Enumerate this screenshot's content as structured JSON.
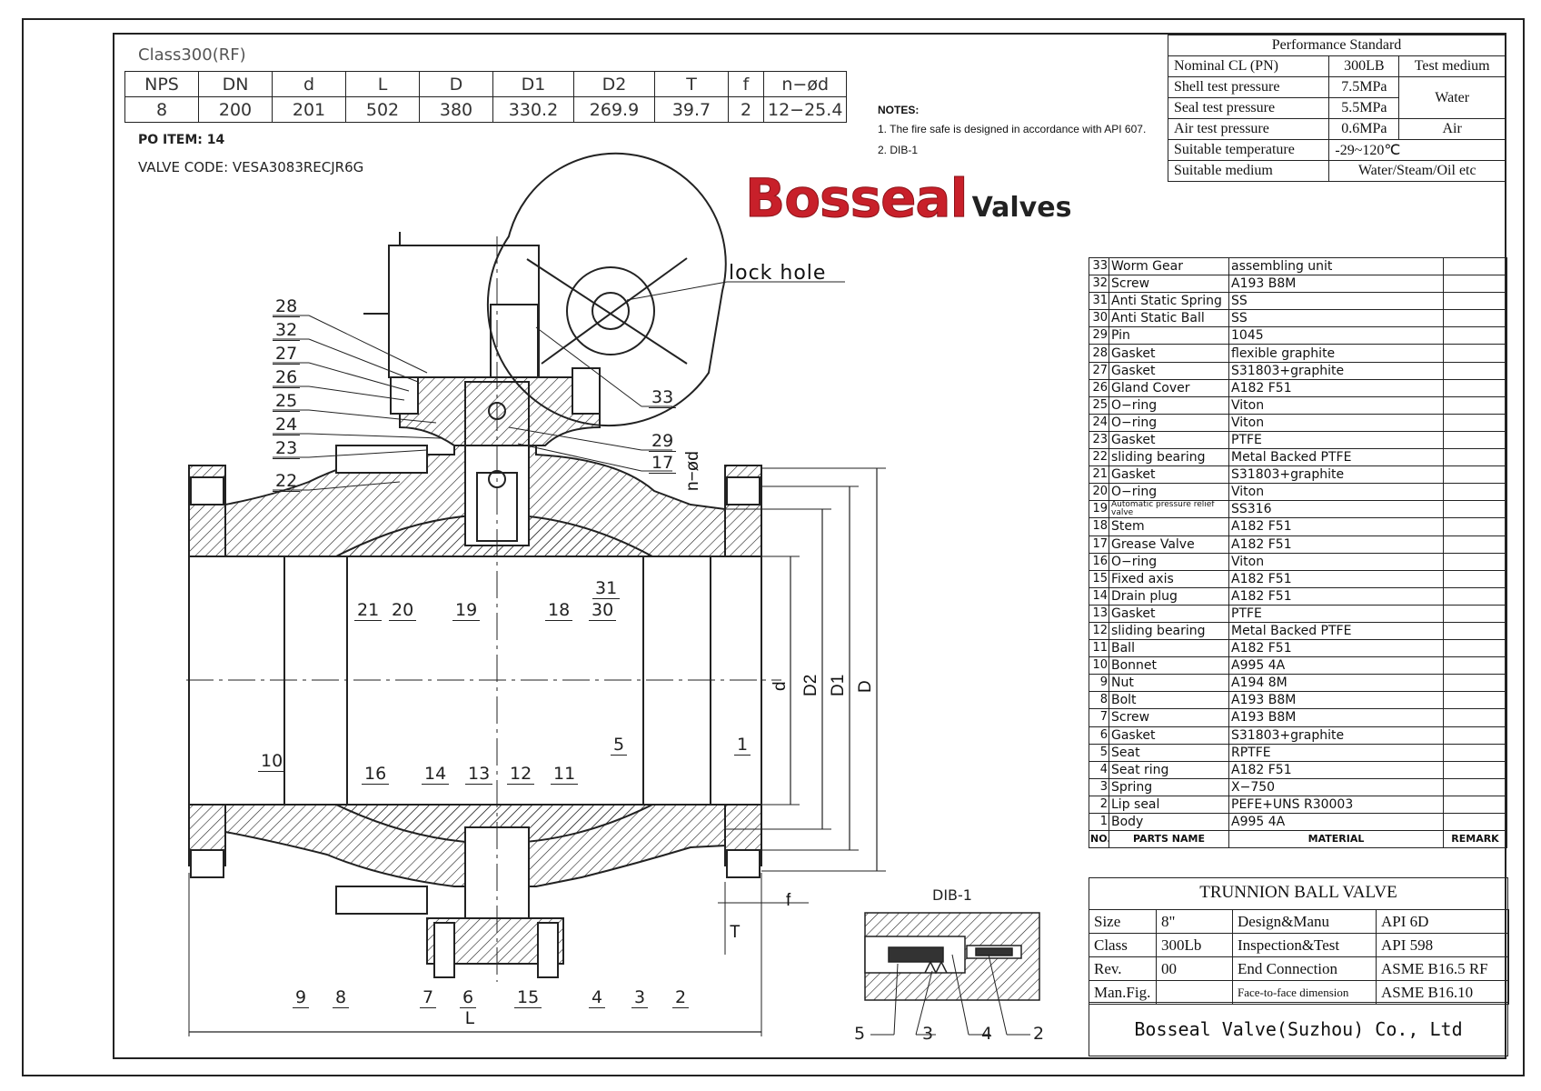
{
  "class_label": "Class300(RF)",
  "spec_table": {
    "headers": [
      "NPS",
      "DN",
      "d",
      "L",
      "D",
      "D1",
      "D2",
      "T",
      "f",
      "n−ød"
    ],
    "values": [
      "8",
      "200",
      "201",
      "502",
      "380",
      "330.2",
      "269.9",
      "39.7",
      "2",
      "12−25.4"
    ]
  },
  "po_item": "PO ITEM: 14",
  "valve_code": "VALVE CODE:  VESA3083RECJR6G",
  "notes": {
    "title": "NOTES:",
    "lines": [
      "1. The fire safe is designed in accordance with API 607.",
      "2. DIB-1"
    ]
  },
  "logo": {
    "brand": "Bosseal",
    "suffix": "Valves",
    "brand_color": "#c8202a"
  },
  "performance": {
    "title": "Performance Standard",
    "rows": [
      {
        "name": "Nominal CL (PN)",
        "value": "300LB",
        "medium": "Test medium"
      },
      {
        "name": "Shell test pressure",
        "value": "7.5MPa",
        "medium": "Water"
      },
      {
        "name": "Seal test pressure",
        "value": "5.5MPa"
      },
      {
        "name": "Air test pressure",
        "value": "0.6MPa",
        "medium": "Air"
      },
      {
        "name": "Suitable temperature",
        "value": "-29~120℃"
      },
      {
        "name": "Suitable medium",
        "value": "Water/Steam/Oil etc"
      }
    ]
  },
  "drawing_labels": {
    "lock_hole": "lock hole",
    "callouts": [
      "28",
      "32",
      "27",
      "26",
      "25",
      "24",
      "23",
      "22",
      "33",
      "29",
      "17",
      "21",
      "20",
      "19",
      "18",
      "30",
      "31",
      "10",
      "16",
      "14",
      "13",
      "12",
      "11",
      "5",
      "1",
      "9",
      "8",
      "7",
      "6",
      "15",
      "4",
      "3",
      "2"
    ],
    "dims": {
      "nd": "n−ød",
      "d": "d",
      "D2": "D2",
      "D1": "D1",
      "D": "D",
      "f": "f",
      "T": "T",
      "L": "L"
    },
    "dib_title": "DIB-1",
    "dib_callouts": [
      "5",
      "3",
      "4",
      "2"
    ]
  },
  "parts": {
    "rows": [
      {
        "no": "33",
        "name": " Worm  Gear",
        "material": "assembling  unit"
      },
      {
        "no": "32",
        "name": "Screw",
        "material": "A193  B8M"
      },
      {
        "no": "31",
        "name": "Anti Static Spring",
        "material": "SS"
      },
      {
        "no": "30",
        "name": "Anti  Static  Ball",
        "material": "SS"
      },
      {
        "no": "29",
        "name": " Pin",
        "material": "1045"
      },
      {
        "no": "28",
        "name": "Gasket",
        "material": "flexible  graphite"
      },
      {
        "no": "27",
        "name": "Gasket",
        "material": "S31803+graphite"
      },
      {
        "no": "26",
        "name": "Gland  Cover",
        "material": "A182  F51"
      },
      {
        "no": "25",
        "name": "O−ring",
        "material": "Viton"
      },
      {
        "no": "24",
        "name": "O−ring",
        "material": "Viton"
      },
      {
        "no": "23",
        "name": "Gasket",
        "material": "PTFE"
      },
      {
        "no": "22",
        "name": "sliding  bearing",
        "material": "Metal  Backed  PTFE"
      },
      {
        "no": "21",
        "name": "Gasket",
        "material": "S31803+graphite"
      },
      {
        "no": "20",
        "name": "O−ring",
        "material": "Viton"
      },
      {
        "no": "19",
        "name": "Automatic pressure relief valve",
        "material": "SS316"
      },
      {
        "no": "18",
        "name": "Stem",
        "material": "A182  F51"
      },
      {
        "no": "17",
        "name": "Grease  Valve",
        "material": "A182  F51"
      },
      {
        "no": "16",
        "name": "O−ring",
        "material": "Viton"
      },
      {
        "no": "15",
        "name": "Fixed  axis",
        "material": "A182  F51"
      },
      {
        "no": "14",
        "name": "Drain  plug",
        "material": "A182  F51"
      },
      {
        "no": "13",
        "name": "Gasket",
        "material": "PTFE"
      },
      {
        "no": "12",
        "name": "sliding  bearing",
        "material": "Metal  Backed  PTFE"
      },
      {
        "no": "11",
        "name": "Ball",
        "material": "A182  F51"
      },
      {
        "no": "10",
        "name": "Bonnet",
        "material": "A995  4A"
      },
      {
        "no": "9",
        "name": "Nut",
        "material": "A194  8M"
      },
      {
        "no": "8",
        "name": "Bolt",
        "material": "A193  B8M"
      },
      {
        "no": "7",
        "name": "Screw",
        "material": "A193  B8M"
      },
      {
        "no": "6",
        "name": "Gasket",
        "material": "S31803+graphite"
      },
      {
        "no": "5",
        "name": "Seat",
        "material": "RPTFE"
      },
      {
        "no": "4",
        "name": "Seat  ring",
        "material": "A182  F51"
      },
      {
        "no": "3",
        "name": "Spring",
        "material": "X−750"
      },
      {
        "no": "2",
        "name": "Lip  seal",
        "material": "PEFE+UNS  R30003"
      },
      {
        "no": "1",
        "name": "Body",
        "material": "A995  4A"
      }
    ],
    "header": {
      "no": "NO.",
      "name": "PARTS NAME",
      "material": "MATERIAL",
      "remark": "REMARK"
    }
  },
  "title_block": {
    "title": "TRUNNION BALL VALVE",
    "rows": [
      {
        "k1": "Size",
        "v1": "8\"",
        "k2": "Design&Manu",
        "v2": "API 6D"
      },
      {
        "k1": "Class",
        "v1": "300Lb",
        "k2": "Inspection&Test",
        "v2": "API 598"
      },
      {
        "k1": "Rev.",
        "v1": "00",
        "k2": "End Connection",
        "v2": "ASME B16.5 RF"
      },
      {
        "k1": "Man.Fig.",
        "v1": "",
        "k2": "Face-to-face dimension",
        "v2": "ASME B16.10"
      }
    ],
    "company": "Bosseal Valve(Suzhou) Co., Ltd"
  }
}
